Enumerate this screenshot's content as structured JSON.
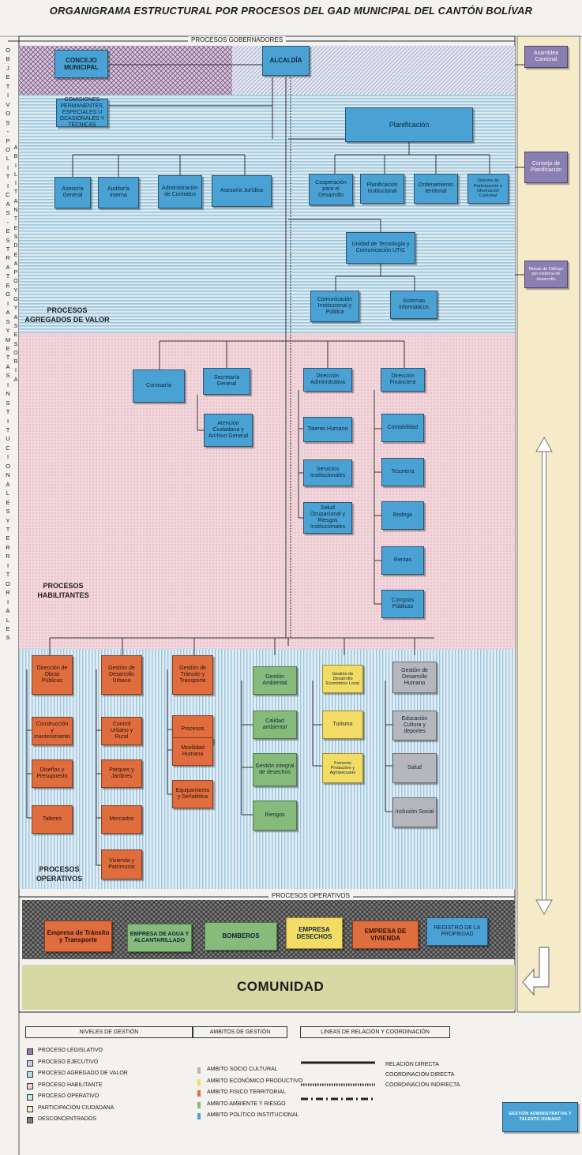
{
  "title": "ORGANIGRAMA ESTRUCTURAL POR PROCESOS DEL GAD MUNICIPAL DEL CANTÓN BOLÍVAR",
  "bands": {
    "gobernadores": "PROCESOS GOBERNADORES",
    "operativos_bottom": "PROCESOS OPERATIVOS"
  },
  "side_left_letters": [
    "O",
    "B",
    "J",
    "E",
    "T",
    "I",
    "V",
    "O",
    "S",
    "-",
    "P",
    "O",
    "L",
    "I",
    "T",
    "I",
    "C",
    "A",
    "S",
    "-",
    "E",
    "S",
    "T",
    "R",
    "A",
    "T",
    "E",
    "G",
    "I",
    "A",
    "S",
    "Y",
    "M",
    "E",
    "T",
    "A",
    "S",
    "I",
    "N",
    "S",
    "T",
    "I",
    "T",
    "U",
    "C",
    "I",
    "O",
    "N",
    "A",
    "L",
    "E",
    "S",
    "Y",
    "T",
    "E",
    "R",
    "R",
    "I",
    "T",
    "O",
    "R",
    "I",
    "A",
    "L",
    "E",
    "S"
  ],
  "side_mid_letters": [
    "A",
    "B",
    "I",
    "L",
    "I",
    "T",
    "A",
    "N",
    "T",
    "E",
    "S",
    "D",
    "E",
    "A",
    "P",
    "O",
    "Y",
    "O",
    "Y",
    "A",
    "S",
    "E",
    "S",
    "O",
    "R",
    "I",
    "A"
  ],
  "section_labels": {
    "agregados": "PROCESOS AGREGADOS DE VALOR",
    "habilitantes": "PROCESOS HABILITANTES",
    "operativos": "PROCESOS OPERATIVOS"
  },
  "gobernadores": {
    "concejo": "CONCEJO MUNICIPAL",
    "alcaldia": "ALCALDÍA",
    "comisiones": "COMISIONES PERMANENTES, ESPECIALES U OCASIONALES Y TÉCNICAS"
  },
  "right_column": {
    "asamblea": "Asamblea Cantonal",
    "consejo": "Consejo de Planificación",
    "mesas": "Mesas de Diálogo por sistema de desarrollo"
  },
  "asesoria": {
    "general": "Asesoría General",
    "auditoria": "Auditoría Interna",
    "contratos": "Administración de Contratos",
    "juridica": "Asesoría Jurídica"
  },
  "planificacion": {
    "title": "Planificación",
    "cooperacion": "Cooperación para el Desarrollo",
    "institucional": "Planificación Institucional",
    "ordenamiento": "Ordenamiento territorial",
    "participacion": "Sistema de Participación e información Cantonal"
  },
  "utic": {
    "title": "Unidad de Tecnología y Comunicación UTIC",
    "comunicacion": "Comunicación Institucional y Pública",
    "sistemas": "Sistemas informáticos"
  },
  "habilitantes": {
    "comisaria": "Comisaría",
    "secretaria": "Secretaría General",
    "atencion": "Atención Ciudadana y Archivo General",
    "direccion_adm": "Dirección Administrativa",
    "talento": "Talento Humano",
    "servicios": "Servicios Institucionales",
    "salud_ocup": "Salud Ocupacional y Riesgos Institucionales",
    "direccion_fin": "Dirección Financiera",
    "contabilidad": "Contabilidad",
    "tesoreria": "Tesorería",
    "bodega": "Bodega",
    "rentas": "Rentas",
    "compras": "Compras Públicas"
  },
  "operativos": {
    "obras": "Dirección de Obras Públicas",
    "construccion": "Construcción y mantenimiento",
    "disenos": "Diseños y Presupuesto",
    "talleres": "Talleres",
    "urbano": "Gestión de Desarrollo Urbano",
    "control": "Control Urbano y Rural",
    "parques": "Parques y Jardines",
    "mercados": "Mercados",
    "vivienda": "Vivienda y Patrimonio",
    "transito": "Gestión de Tránsito y Transporte",
    "procesos": "Procesos",
    "movilidad": "Movilidad Humana",
    "equipamiento": "Equipamiento y Señalética",
    "ambiental": "Gestión Ambiental",
    "calidad": "Calidad ambiental",
    "desechos": "Gestión integral de desechos",
    "riesgos": "Riesgos",
    "economico": "Gestión de Desarrollo Económico Local",
    "turismo": "Turismo",
    "fomento": "Fomento Productivo y Agropecuario",
    "humano": "Gestión de Desarrollo Humano",
    "educacion": "Educación Cultura y deportes",
    "salud": "Salud",
    "inclusion": "Inclusión Social"
  },
  "empresas": {
    "transito": "Empresa de Tránsito y Transporte",
    "agua": "EMPRESA DE AGUA Y ALCANTARILLADO",
    "bomberos": "BOMBEROS",
    "desechos": "EMPRESA DESECHOS",
    "vivienda": "EMPRESA DE VIVIENDA",
    "registro": "REGISTRO DE LA PROPIEDAD"
  },
  "comunidad": "COMUNIDAD",
  "legend": {
    "niveles_title": "NIVELES DE GESTIÓN",
    "niveles": [
      "PROCESO LEGISLATIVO",
      "PROCESO EJECUTIVO",
      "PROCESO AGREGADO DE VALOR",
      "PROCESO HABILITANTE",
      "PROCESO OPERATIVO",
      "PARTICIPACIÓN CIUDADANA",
      "DESCONCENTRADOS"
    ],
    "ambitos_title": "AMBITOS DE GESTIÓN",
    "ambitos": [
      "AMBITO SOCIO CULTURAL",
      "AMBITO ECONÓMICO PRODUCTIVO",
      "AMBITO FISICO TERRITORIAL",
      "AMBITO AMBIENTE Y RIESGO",
      "AMBITO POLÍTICO INSTITUCIONAL"
    ],
    "ambito_colors": [
      "#b6b6bd",
      "#f3dc66",
      "#df6d3e",
      "#86bb7c",
      "#4aa2d4"
    ],
    "lineas_title": "LINEAS DE RELACIÓN Y COORDINACIÓN",
    "lineas": [
      "RELACIÓN DIRECTA",
      "COORDINACIÓN DIRECTA",
      "COORDINACIÓN INDIRECTA"
    ],
    "badge": "GESTIÓN ADMINISTRATIVA Y TALENTO HUMANO"
  }
}
